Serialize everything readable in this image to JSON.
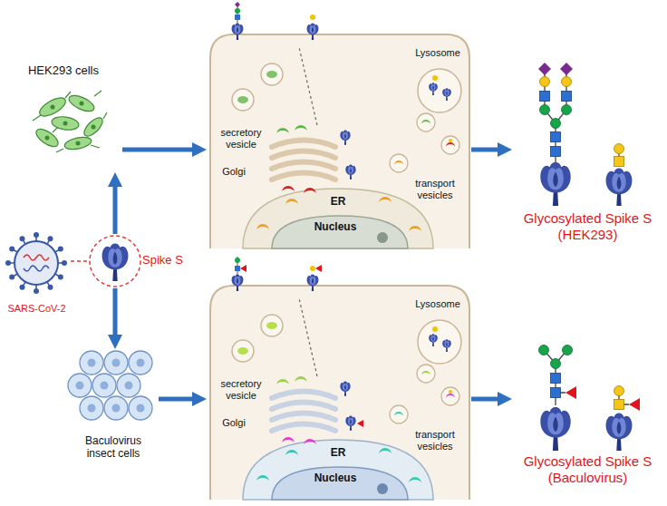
{
  "diagram": {
    "nodes": [
      {
        "text": [
          "HEK293 cells"
        ]
      },
      {
        "text": [
          "Lysosome",
          "secretory vesicle",
          "Golgi",
          "transport vesicles",
          "ER",
          "Nucleus"
        ]
      },
      {
        "text": [
          "Glycosylated Spike S (HEK293)"
        ]
      },
      {
        "text": [
          "SARS-CoV-2"
        ]
      },
      {
        "text": [
          "Spike S"
        ]
      },
      {
        "text": [
          "Baculovirus insect cells"
        ]
      },
      {
        "text": [
          "Lysosome",
          "secretory vesicle",
          "Golgi",
          "transport vesicles",
          "ER",
          "Nucleus"
        ]
      },
      {
        "text": [
          "Glycosylated Spike S (Baculovirus)"
        ]
      }
    ],
    "edges": [
      {
        "from": 3,
        "to": 4,
        "arrow": "none"
      },
      {
        "from": 4,
        "to": 0,
        "arrow": "to"
      },
      {
        "from": 4,
        "to": 5,
        "arrow": "to"
      },
      {
        "from": 0,
        "to": 1,
        "arrow": "to"
      },
      {
        "from": 1,
        "to": 2,
        "arrow": "to"
      },
      {
        "from": 5,
        "to": 6,
        "arrow": "to"
      },
      {
        "from": 6,
        "to": 7,
        "arrow": "to"
      }
    ]
  }
}
